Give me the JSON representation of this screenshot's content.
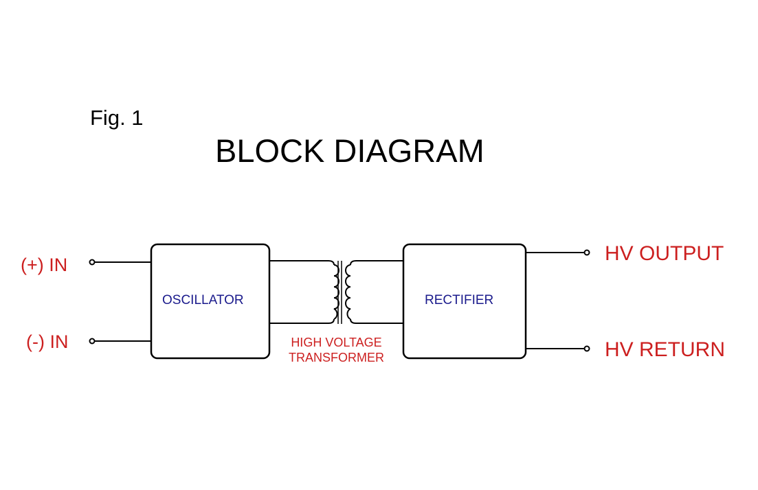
{
  "figure": {
    "label": "Fig. 1",
    "title": "BLOCK DIAGRAM"
  },
  "inputs": {
    "positive": "(+) IN",
    "negative": "(-) IN"
  },
  "blocks": {
    "oscillator": "OSCILLATOR",
    "rectifier": "RECTIFIER"
  },
  "transformer": {
    "line1": "HIGH VOLTAGE",
    "line2": "TRANSFORMER"
  },
  "outputs": {
    "hv_output": "HV OUTPUT",
    "hv_return": "HV RETURN"
  },
  "colors": {
    "terminal_labels": "#cc1f1f",
    "block_labels": "#1a1a8c",
    "lines": "#000000"
  }
}
